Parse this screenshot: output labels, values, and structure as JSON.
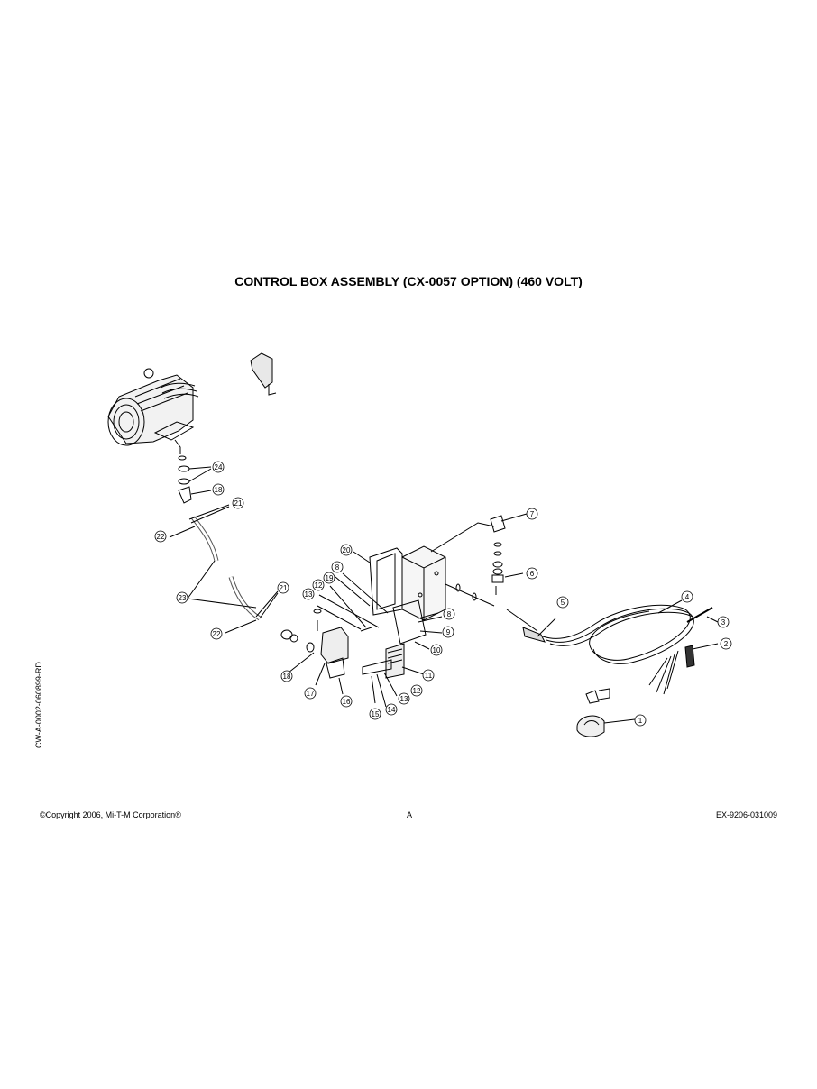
{
  "title": "CONTROL BOX ASSEMBLY (CX-0057 OPTION) (460 VOLT)",
  "side_code": "CW-A-0002-060899-RD",
  "footer": {
    "copyright": "©Copyright  2006, Mi-T-M Corporation®",
    "revision": "A",
    "doc_number": "EX-9206-031009"
  },
  "callouts": [
    "1",
    "2",
    "3",
    "4",
    "5",
    "6",
    "7",
    "8",
    "8",
    "9",
    "10",
    "11",
    "12",
    "12",
    "13",
    "13",
    "14",
    "15",
    "16",
    "17",
    "18",
    "18",
    "19",
    "20",
    "21",
    "21",
    "22",
    "22",
    "23",
    "24"
  ]
}
